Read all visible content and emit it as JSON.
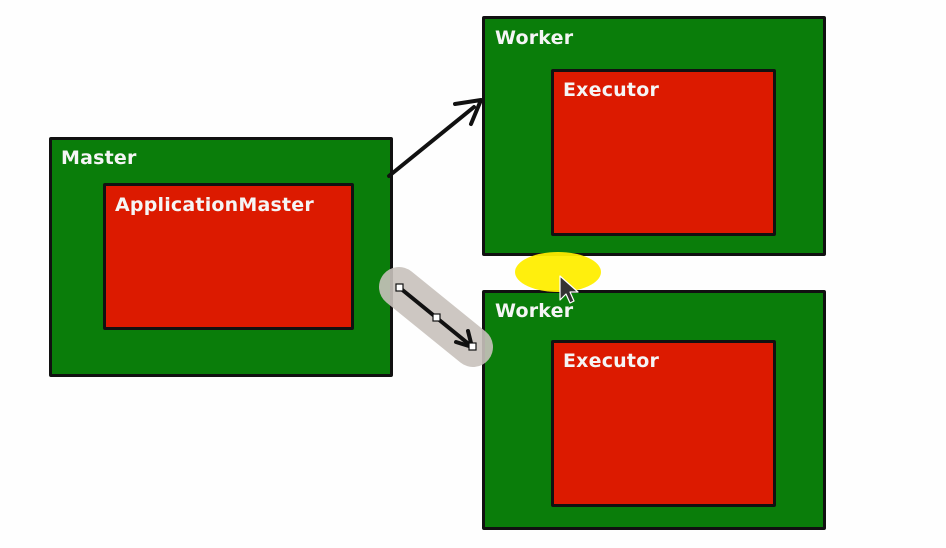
{
  "master": {
    "label": "Master",
    "app_master_label": "ApplicationMaster"
  },
  "workers": [
    {
      "label": "Worker",
      "executor_label": "Executor"
    },
    {
      "label": "Worker",
      "executor_label": "Executor"
    }
  ],
  "colors": {
    "node_fill": "#0a7d0a",
    "process_fill": "#dc1a00",
    "outline": "#111111",
    "label_text": "#f5f5f5",
    "selection_halo": "#c8c2bc",
    "cursor_highlight": "#ffee00"
  },
  "selected_connector": "master-to-worker-2-arrow",
  "icons": [
    "mouse-pointer-icon"
  ]
}
